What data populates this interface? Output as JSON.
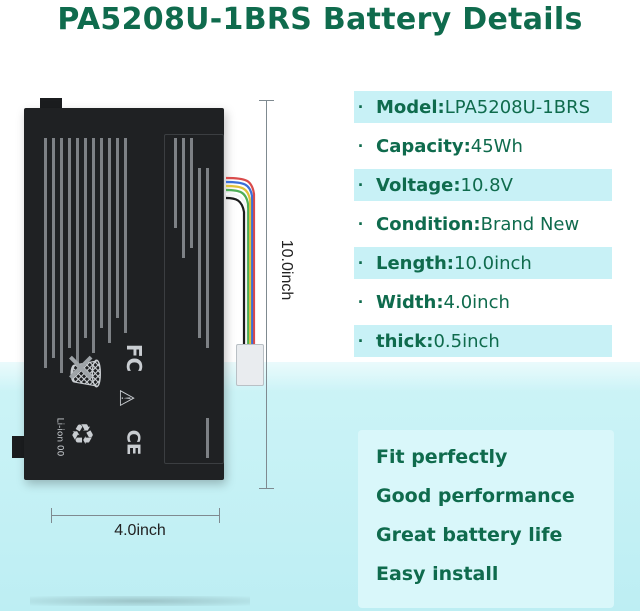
{
  "title": "PA5208U-1BRS Battery Details",
  "specs": [
    {
      "key": "Model:",
      "value": "LPA5208U-1BRS"
    },
    {
      "key": "Capacity:",
      "value": "45Wh"
    },
    {
      "key": "Voltage:",
      "value": " 10.8V"
    },
    {
      "key": "Condition:",
      "value": " Brand New"
    },
    {
      "key": "Length:",
      "value": "10.0inch"
    },
    {
      "key": "Width:",
      "value": "4.0inch"
    },
    {
      "key": "thick:",
      "value": "0.5inch"
    }
  ],
  "bullet": "·",
  "dimensions": {
    "height_label": "10.0inch",
    "width_label": "4.0inch"
  },
  "features": [
    "Fit perfectly",
    "Good performance",
    "Great battery life",
    "Easy install"
  ],
  "battery_marks": {
    "fc": "FC",
    "ce": "CE",
    "li_ion": "Li-ion 00"
  },
  "colors": {
    "accent": "#0f6b4d",
    "band": "#c8f1f6",
    "battery": "#1f2123"
  }
}
